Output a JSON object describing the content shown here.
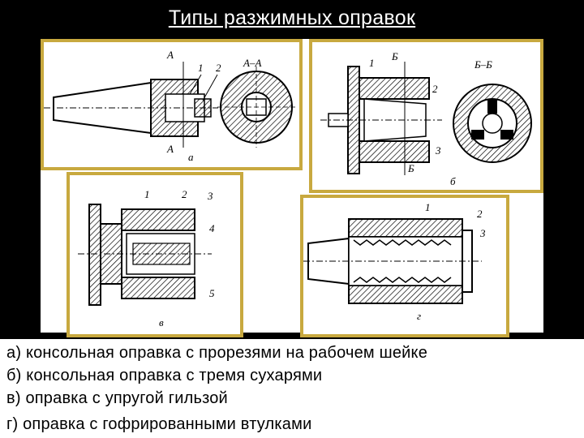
{
  "slide": {
    "title": "Типы разжимных оправок"
  },
  "figures": {
    "a": {
      "letter": "а",
      "section": "А–А",
      "cut_top": "А",
      "cut_bottom": "А",
      "labels": [
        "1",
        "2"
      ]
    },
    "b": {
      "letter": "б",
      "section": "Б–Б",
      "cut_top": "Б",
      "cut_bottom": "Б",
      "labels": [
        "1",
        "2",
        "3"
      ]
    },
    "v": {
      "letter": "в",
      "labels": [
        "1",
        "2",
        "3",
        "4",
        "5"
      ]
    },
    "g": {
      "letter": "г",
      "labels": [
        "1",
        "2",
        "3"
      ]
    }
  },
  "captions": [
    "а) консольная оправка с прорезями на рабочем шейке",
    "б) консольная оправка с тремя сухарями",
    "в) оправка с упругой гильзой",
    "г) оправка с гофрированными втулками"
  ],
  "colors": {
    "background": "#000000",
    "frame": "#c8a93f",
    "title": "#ffffff"
  }
}
